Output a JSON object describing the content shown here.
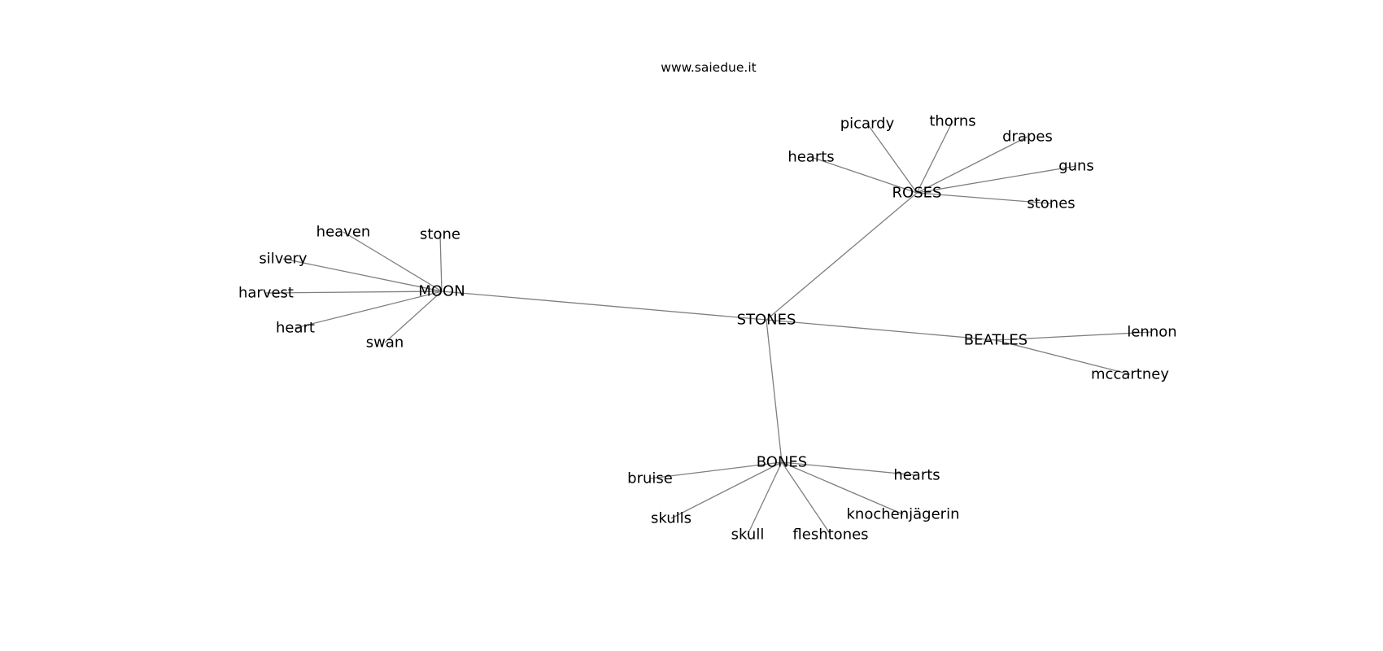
{
  "diagram": {
    "type": "network-graph",
    "title": "www.saiedue.it",
    "edge_color": "#7f7f7f",
    "nodes": [
      {
        "id": "stones_hub",
        "label": "STONES"
      },
      {
        "id": "moon",
        "label": "MOON"
      },
      {
        "id": "roses",
        "label": "ROSES"
      },
      {
        "id": "beatles",
        "label": "BEATLES"
      },
      {
        "id": "bones",
        "label": "BONES"
      },
      {
        "id": "heaven",
        "label": "heaven"
      },
      {
        "id": "stone",
        "label": "stone"
      },
      {
        "id": "silvery",
        "label": "silvery"
      },
      {
        "id": "harvest",
        "label": "harvest"
      },
      {
        "id": "heart",
        "label": "heart"
      },
      {
        "id": "swan",
        "label": "swan"
      },
      {
        "id": "picardy",
        "label": "picardy"
      },
      {
        "id": "thorns",
        "label": "thorns"
      },
      {
        "id": "drapes",
        "label": "drapes"
      },
      {
        "id": "hearts_roses",
        "label": "hearts"
      },
      {
        "id": "guns",
        "label": "guns"
      },
      {
        "id": "stones_leaf",
        "label": "stones"
      },
      {
        "id": "lennon",
        "label": "lennon"
      },
      {
        "id": "mccartney",
        "label": "mccartney"
      },
      {
        "id": "bruise",
        "label": "bruise"
      },
      {
        "id": "hearts_bones",
        "label": "hearts"
      },
      {
        "id": "knochenjagerin",
        "label": "knochenjägerin"
      },
      {
        "id": "skulls",
        "label": "skulls"
      },
      {
        "id": "skull",
        "label": "skull"
      },
      {
        "id": "fleshtones",
        "label": "fleshtones"
      }
    ],
    "edges": [
      [
        "stones_hub",
        "moon"
      ],
      [
        "stones_hub",
        "roses"
      ],
      [
        "stones_hub",
        "beatles"
      ],
      [
        "stones_hub",
        "bones"
      ],
      [
        "moon",
        "heaven"
      ],
      [
        "moon",
        "stone"
      ],
      [
        "moon",
        "silvery"
      ],
      [
        "moon",
        "harvest"
      ],
      [
        "moon",
        "heart"
      ],
      [
        "moon",
        "swan"
      ],
      [
        "roses",
        "picardy"
      ],
      [
        "roses",
        "thorns"
      ],
      [
        "roses",
        "drapes"
      ],
      [
        "roses",
        "hearts_roses"
      ],
      [
        "roses",
        "guns"
      ],
      [
        "roses",
        "stones_leaf"
      ],
      [
        "beatles",
        "lennon"
      ],
      [
        "beatles",
        "mccartney"
      ],
      [
        "bones",
        "bruise"
      ],
      [
        "bones",
        "hearts_bones"
      ],
      [
        "bones",
        "knochenjagerin"
      ],
      [
        "bones",
        "skulls"
      ],
      [
        "bones",
        "skull"
      ],
      [
        "bones",
        "fleshtones"
      ]
    ]
  }
}
